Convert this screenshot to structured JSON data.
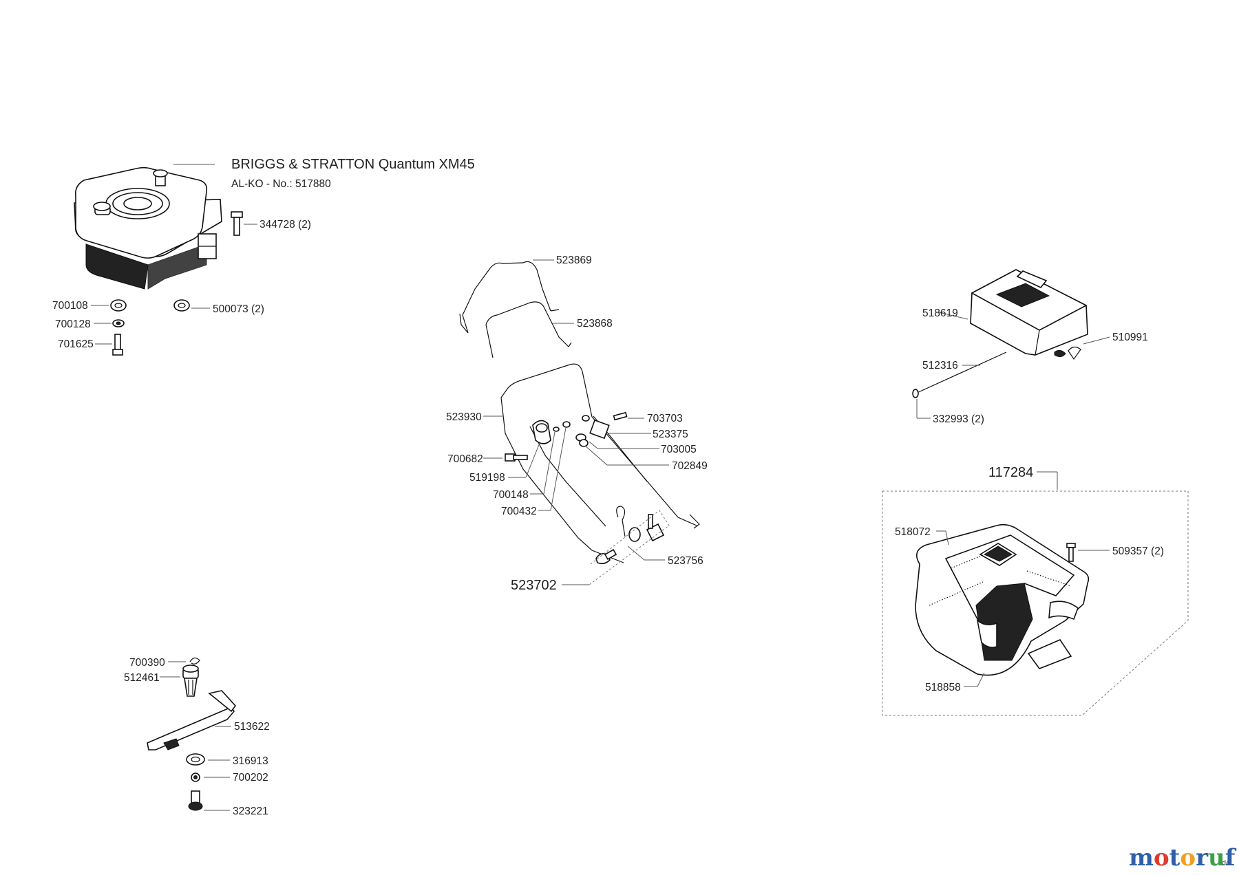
{
  "engine": {
    "title": "BRIGGS & STRATTON Quantum XM45",
    "subtitle": "AL-KO - No.: 517880"
  },
  "parts": {
    "p344728": "344728 (2)",
    "p700108": "700108",
    "p500073": "500073 (2)",
    "p700128": "700128",
    "p701625": "701625",
    "p523869": "523869",
    "p523868": "523868",
    "p523930": "523930",
    "p703703": "703703",
    "p523375": "523375",
    "p703005": "703005",
    "p700682": "700682",
    "p702849": "702849",
    "p519198": "519198",
    "p700148": "700148",
    "p700432": "700432",
    "p523756": "523756",
    "p523702": "523702",
    "p518619": "518619",
    "p510991": "510991",
    "p512316": "512316",
    "p332993": "332993 (2)",
    "p117284": "117284",
    "p518072": "518072",
    "p509357": "509357 (2)",
    "p518858": "518858",
    "p700390": "700390",
    "p512461": "512461",
    "p513622": "513622",
    "p316913": "316913",
    "p700202": "700202",
    "p323221": "323221"
  },
  "logo": {
    "m": "m",
    "o1": "o",
    "t": "t",
    "o2": "o",
    "r": "r",
    "u": "u",
    "f": "f",
    "tld": ".de",
    "colors": {
      "m": "#2f5fa8",
      "o1": "#e03a2f",
      "t": "#2f5fa8",
      "o2": "#f0a020",
      "r": "#2f5fa8",
      "u": "#3aa048",
      "f": "#2f5fa8"
    }
  }
}
